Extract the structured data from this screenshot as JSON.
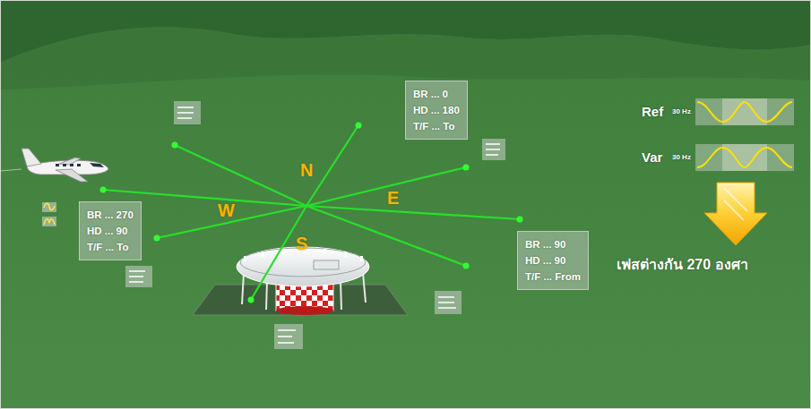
{
  "diagram": {
    "nodes": [
      {
        "text": [
          "BR ... 0",
          "HD ... 180",
          "T/F ... To"
        ]
      },
      {
        "text": [
          "BR ... 270",
          "HD ... 90",
          "T/F ... To"
        ]
      },
      {
        "text": [
          "BR ... 90",
          "HD ... 90",
          "T/F ... From"
        ]
      }
    ],
    "labels": [
      "N",
      "W",
      "E",
      "S",
      "Ref",
      "30 Hz",
      "Var",
      "30 Hz",
      "เฟสต่างกัน 270 องศา"
    ]
  }
}
